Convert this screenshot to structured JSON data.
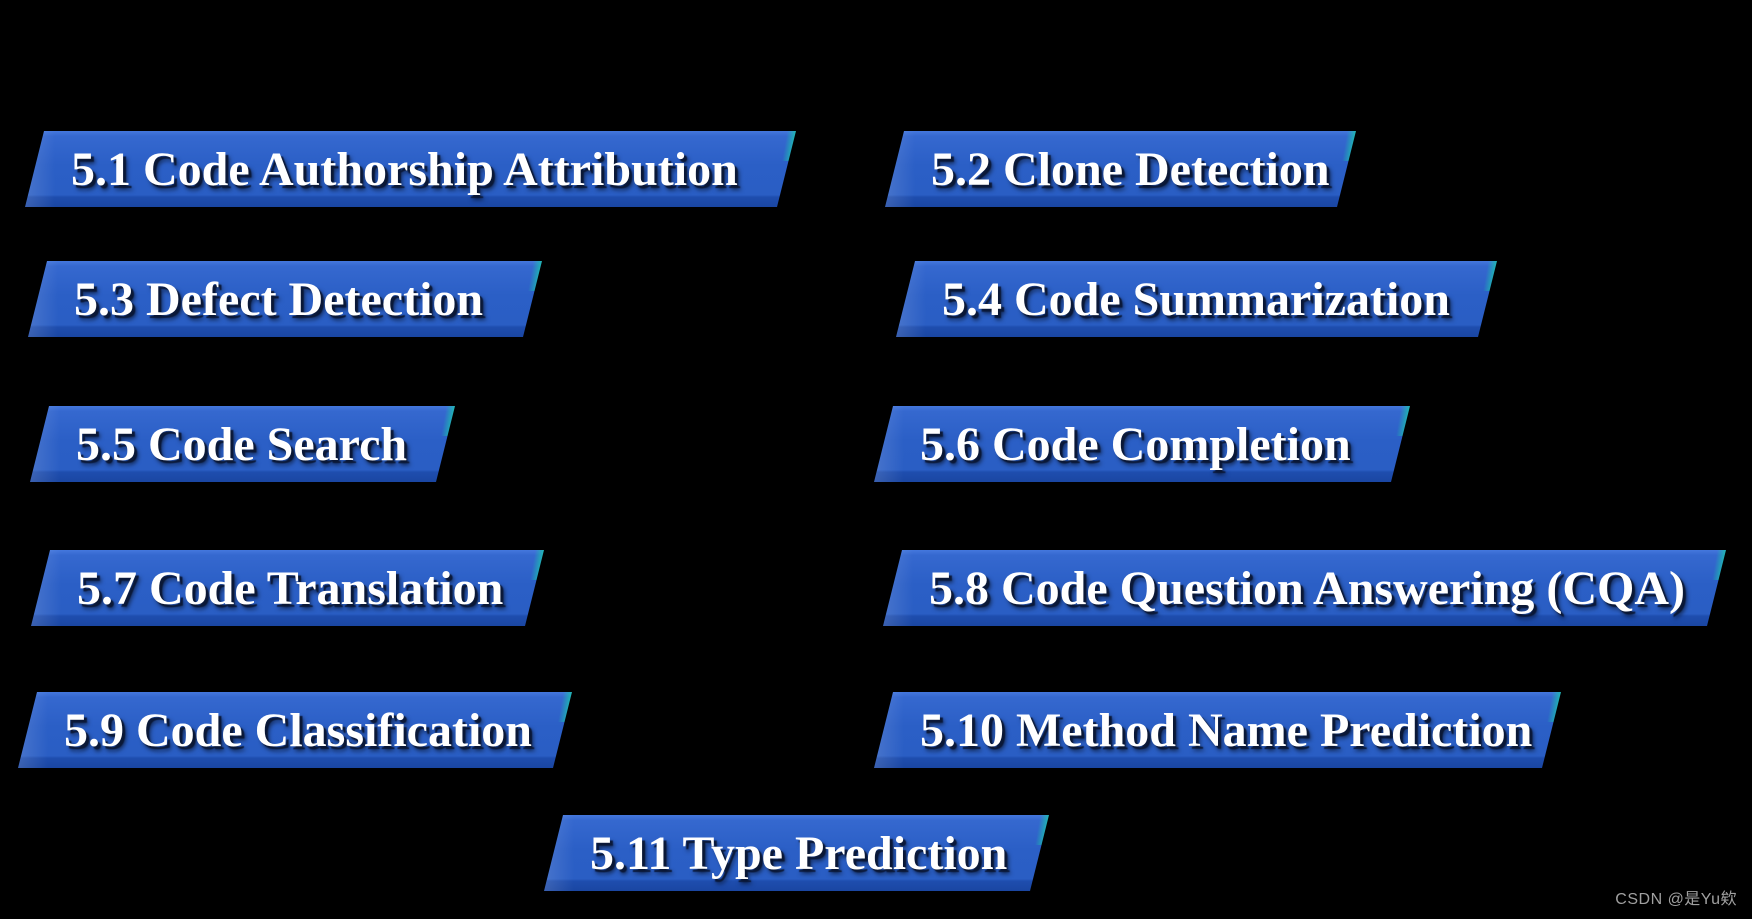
{
  "figure": {
    "background_color": "#000000",
    "banner_style": {
      "fill_main": "#2b5fc6",
      "fill_top_light": "#4478dd",
      "fill_bottom_dark": "#1a46a2",
      "teal_accent": "#2cc4ae",
      "text_color": "#ffffff"
    },
    "banners": [
      {
        "id": "5.1",
        "label": "5.1 Code Authorship Attribution"
      },
      {
        "id": "5.2",
        "label": "5.2 Clone Detection"
      },
      {
        "id": "5.3",
        "label": "5.3 Defect Detection"
      },
      {
        "id": "5.4",
        "label": "5.4 Code Summarization"
      },
      {
        "id": "5.5",
        "label": "5.5 Code Search"
      },
      {
        "id": "5.6",
        "label": "5.6 Code Completion"
      },
      {
        "id": "5.7",
        "label": "5.7 Code Translation"
      },
      {
        "id": "5.8",
        "label": "5.8 Code Question Answering (CQA)"
      },
      {
        "id": "5.9",
        "label": "5.9 Code Classification"
      },
      {
        "id": "5.10",
        "label": "5.10 Method Name Prediction"
      },
      {
        "id": "5.11",
        "label": "5.11 Type Prediction"
      }
    ],
    "watermark": {
      "text": "CSDN @是Yu欸",
      "color": "#a0a0a0"
    }
  }
}
